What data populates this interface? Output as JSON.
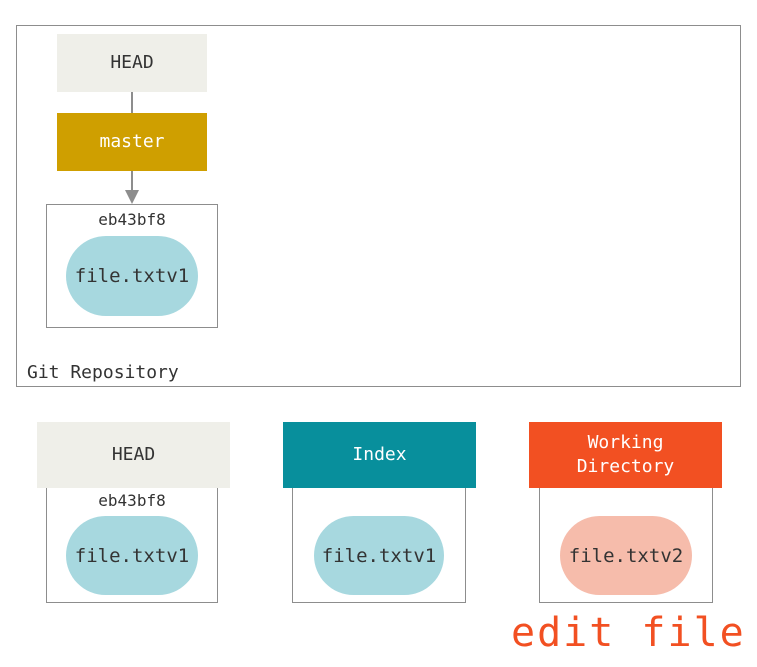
{
  "repository": {
    "label": "Git Repository",
    "head_label": "HEAD",
    "branch_label": "master",
    "commit_id": "eb43bf8",
    "blob": {
      "name": "file.txt",
      "version": "v1"
    }
  },
  "trees": {
    "head": {
      "label": "HEAD",
      "commit_id": "eb43bf8",
      "blob": {
        "name": "file.txt",
        "version": "v1"
      }
    },
    "index": {
      "label": "Index",
      "blob": {
        "name": "file.txt",
        "version": "v1"
      }
    },
    "working_directory": {
      "label": "Working\nDirectory",
      "blob": {
        "name": "file.txt",
        "version": "v2"
      }
    }
  },
  "action_label": "edit file",
  "colors": {
    "head": "#efefe9",
    "master": "#cf9f00",
    "index": "#088f9c",
    "working_directory": "#f25022",
    "blob_unchanged": "#a7d8df",
    "blob_modified": "#f6bcab",
    "action_text": "#f25022",
    "border": "#8d8d8d"
  }
}
